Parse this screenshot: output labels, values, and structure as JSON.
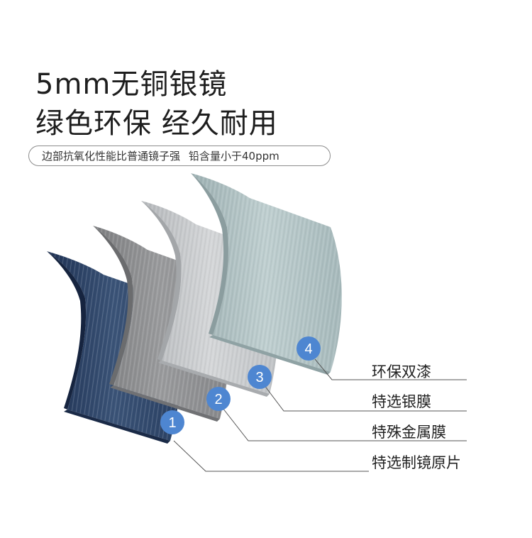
{
  "title": {
    "line1": "5mm无铜银镜",
    "line2": "绿色环保 经久耐用"
  },
  "tagline": {
    "part1": "边部抗氧化性能比普通镜子强",
    "part2": "铅含量小于40ppm"
  },
  "layers": [
    {
      "number": "1",
      "label": "特选制镜原片",
      "color": "#2e4464"
    },
    {
      "number": "2",
      "label": "特殊金属膜",
      "color": "#8b8c8e"
    },
    {
      "number": "3",
      "label": "特选银膜",
      "color": "#c4c7ca"
    },
    {
      "number": "4",
      "label": "环保双漆",
      "color": "#a9bcbd"
    }
  ],
  "colors": {
    "badge": "#4e86d1",
    "badge_text": "#ffffff",
    "leader_line": "#555555"
  }
}
